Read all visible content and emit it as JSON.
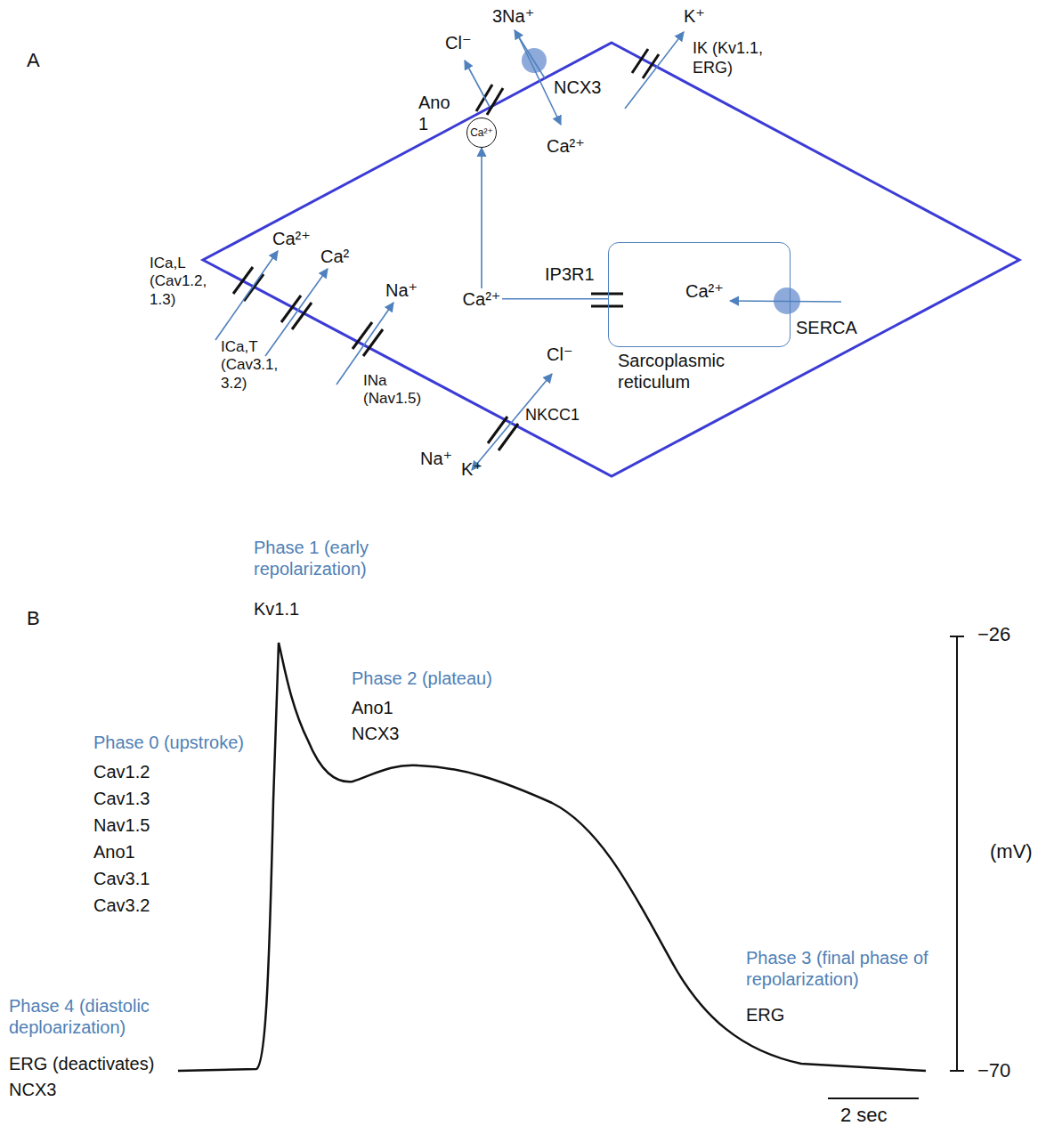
{
  "diagram": {
    "nodes": [
      {
        "text": [
          "Ca²⁺",
          "Sarcoplasmic reticulum"
        ]
      },
      {
        "text": [
          "Ca²⁺"
        ]
      }
    ],
    "edges": [
      {
        "from": 0,
        "to": 1,
        "arrow": "to",
        "label": "Ca²⁺"
      }
    ],
    "labels": [
      "A",
      "Cl⁻",
      "3Na⁺",
      "K⁺",
      "IK (Kv1.1, ERG)",
      "Ano 1",
      "NCX3",
      "Ca²⁺",
      "Ca²⁺",
      "Ca²",
      "ICa,L (Cav1.2, 1.3)",
      "ICa,T (Cav3.1, 3.2)",
      "Na⁺",
      "INa (Nav1.5)",
      "IP3R1",
      "SERCA",
      "Cl⁻",
      "NKCC1",
      "Na⁺",
      "K⁺",
      "B",
      "Phase 1 (early repolarization)",
      "Kv1.1",
      "Phase 2 (plateau)",
      "Ano1",
      "NCX3",
      "Phase 0 (upstroke)",
      "Cav1.2",
      "Cav1.3",
      "Nav1.5",
      "Ano1",
      "Cav3.1",
      "Cav3.2",
      "Phase 4 (diastolic deploarization)",
      "ERG (deactivates)",
      "NCX3",
      "Phase 3 (final phase of repolarization)",
      "ERG",
      "−26",
      "(mV)",
      "−70",
      "2 sec"
    ]
  }
}
